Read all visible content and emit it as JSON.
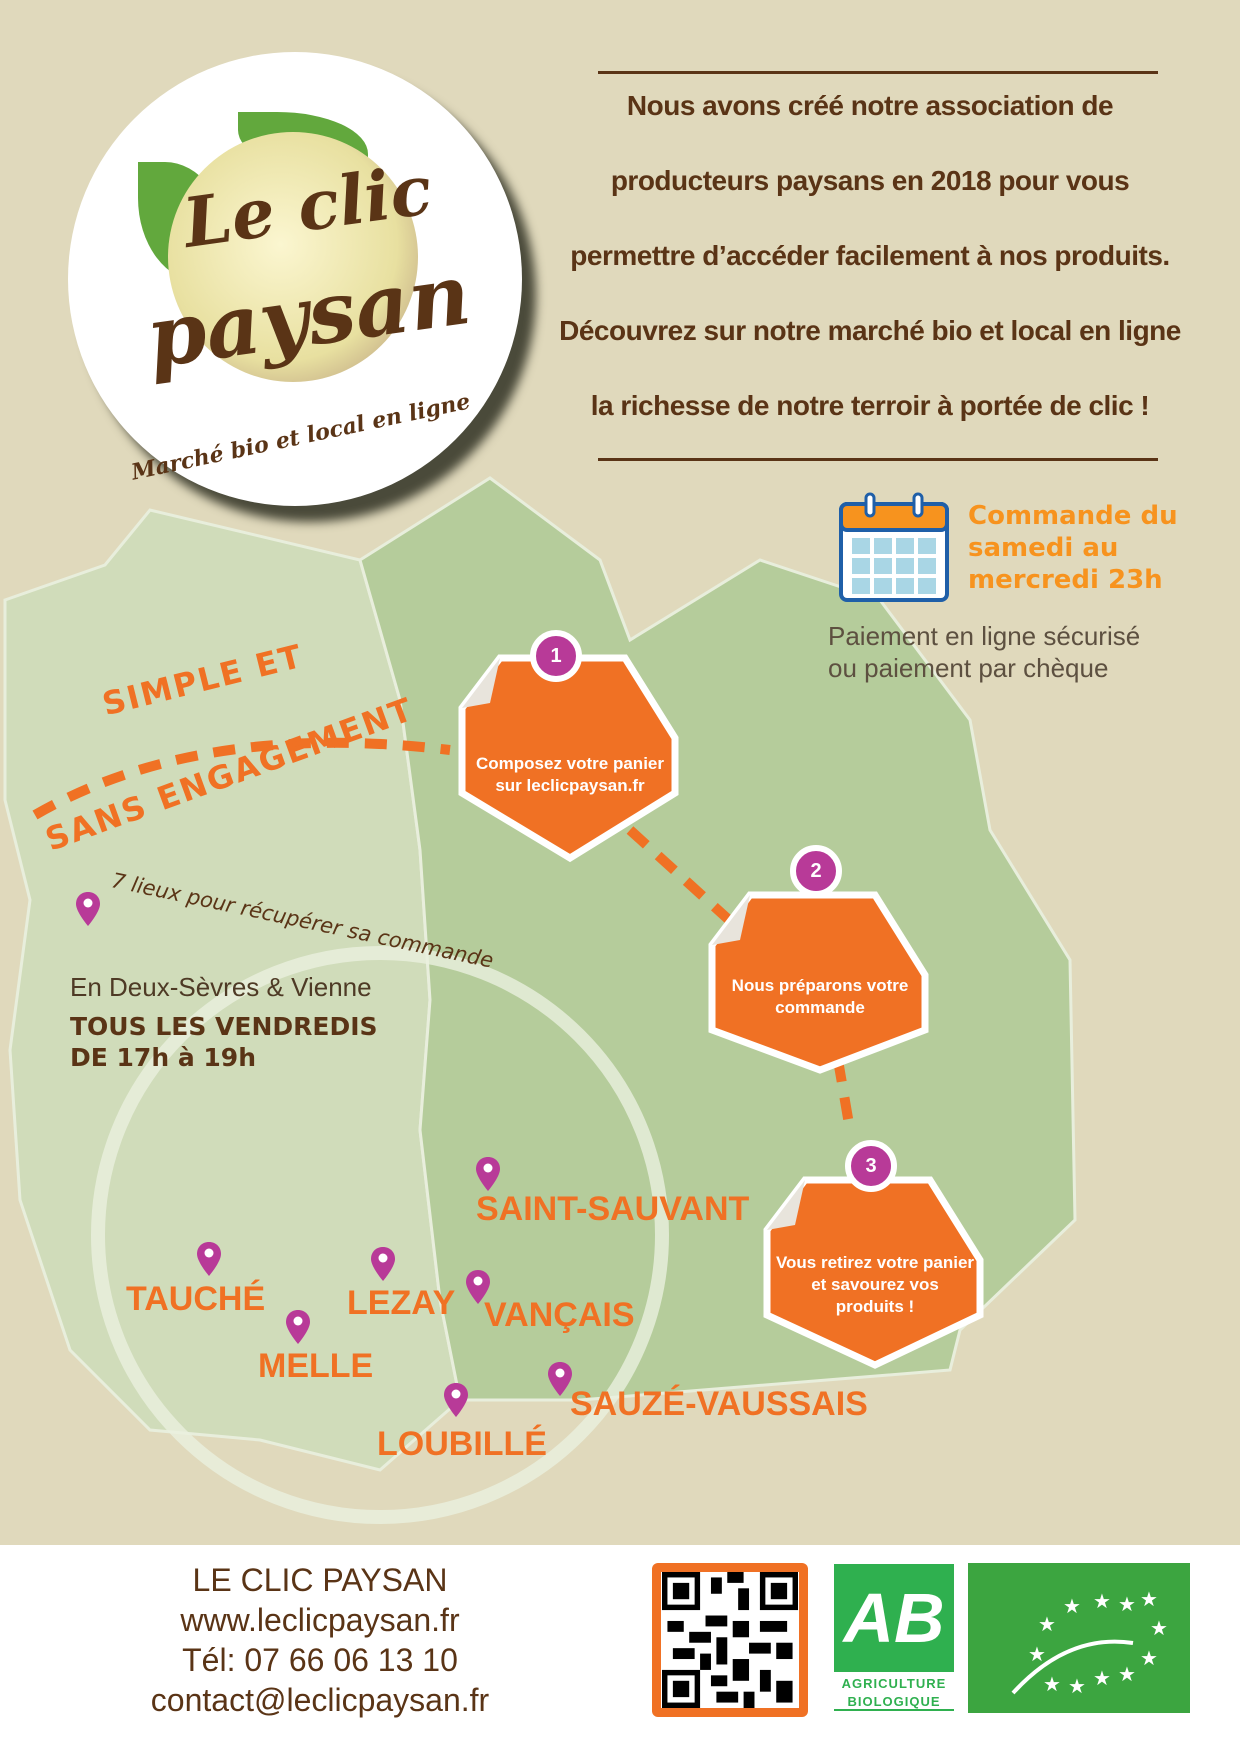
{
  "logo": {
    "line1": "Le clic",
    "line2": "paysan",
    "tagline": "Marché bio et local en ligne"
  },
  "intro": [
    "Nous avons créé notre association de",
    "producteurs paysans en 2018 pour vous",
    "permettre d’accéder facilement à nos produits.",
    "Découvrez sur notre marché bio et local en ligne",
    "la richesse de notre terroir à portée de clic !"
  ],
  "order": {
    "icon": "calendar-icon",
    "lines": [
      "Commande du",
      "samedi au",
      "mercredi 23h"
    ]
  },
  "payment": [
    "Paiement en ligne sécurisé",
    "ou paiement par chèque"
  ],
  "slogan": {
    "line1": "SIMPLE ET",
    "line2": "SANS ENGAGEMENT"
  },
  "places_note": "7 lieux pour récupérer sa commande",
  "schedule": {
    "region": "En Deux-Sèvres & Vienne",
    "days": "TOUS LES VENDREDIS",
    "hours": "DE 17h à 19h"
  },
  "steps": [
    {
      "number": "1",
      "text": "Composez votre panier sur leclicpaysan.fr"
    },
    {
      "number": "2",
      "text": "Nous préparons votre commande"
    },
    {
      "number": "3",
      "text": "Vous retirez votre panier et savourez vos produits !"
    }
  ],
  "cities": [
    "SAINT-SAUVANT",
    "TAUCHÉ",
    "LEZAY",
    "VANÇAIS",
    "MELLE",
    "LOUBILLÉ",
    "SAUZÉ-VAUSSAIS"
  ],
  "footer": {
    "name": "LE CLIC PAYSAN",
    "website": "www.leclicpaysan.fr",
    "phone": "Tél: 07 66 06 13 10",
    "email": "contact@leclicpaysan.fr",
    "ab_label1": "AGRICULTURE",
    "ab_label2": "BIOLOGIQUE",
    "ab_letters": "AB"
  },
  "colors": {
    "orange": "#f07124",
    "brown": "#5a3416",
    "pin": "#b83a98",
    "green": "#3ca540",
    "bg": "#e0d9bc"
  }
}
